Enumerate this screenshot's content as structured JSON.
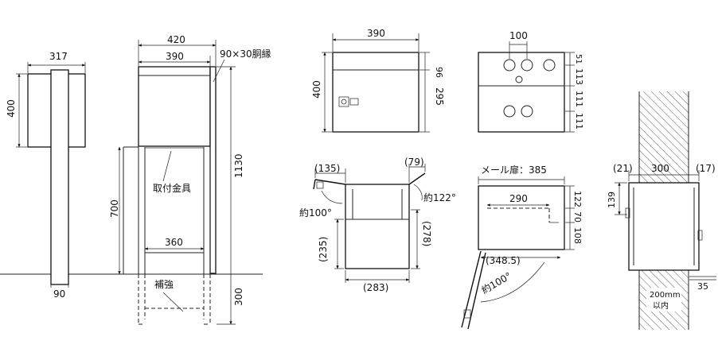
{
  "side_view": {
    "width": "317",
    "height": "400",
    "post": "90"
  },
  "front_view": {
    "outer_width": "420",
    "inner_width": "390",
    "trim": "90×30胴縁",
    "total_height": "1130",
    "bracket_height": "700",
    "bracket_width": "360",
    "bracket_label": "取付金具",
    "reinforce_label": "補強",
    "buried": "300"
  },
  "box_front": {
    "width": "390",
    "height": "400",
    "top_h": "96",
    "body_h": "295"
  },
  "box_back": {
    "hole_pitch": "100",
    "d1": "51",
    "d2": "113",
    "d3": "111",
    "d4": "111"
  },
  "side_open": {
    "left_ext": "(135)",
    "right_ext": "(79)",
    "angle_top": "約122°",
    "angle_left": "約100°",
    "h_left": "(235)",
    "h_right": "(278)",
    "depth": "(283)"
  },
  "mail_door": {
    "label": "メール扉：385",
    "inner": "290",
    "h1": "122",
    "h2": "70",
    "h3": "108",
    "open_w": "(348.5)",
    "angle": "約100°"
  },
  "wall_view": {
    "left": "(21)",
    "width": "300",
    "right": "(17)",
    "height": "139",
    "proj": "35",
    "note_line1": "200mm",
    "note_line2": "以内"
  }
}
